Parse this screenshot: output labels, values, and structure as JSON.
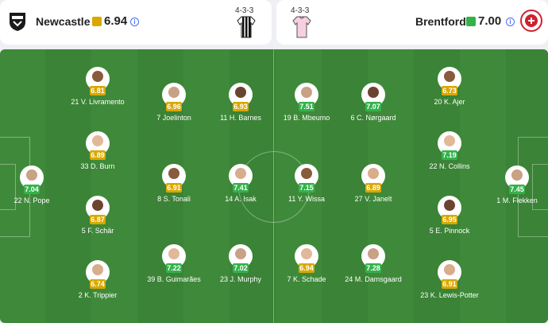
{
  "colors": {
    "good": "#33b24a",
    "avg": "#d9a800",
    "pitch": "#3f8a3a",
    "stripe": "#3b8336"
  },
  "home": {
    "name": "Newcastle",
    "rating": "6.94",
    "formation": "4-3-3",
    "rating_color": "#d9a800",
    "players": [
      {
        "label": "22 N. Pope",
        "rating": "7.04",
        "tier": "good"
      },
      {
        "label": "21 V. Livramento",
        "rating": "6.81",
        "tier": "avg"
      },
      {
        "label": "33 D. Burn",
        "rating": "6.89",
        "tier": "avg"
      },
      {
        "label": "5 F. Schär",
        "rating": "6.87",
        "tier": "avg"
      },
      {
        "label": "2 K. Trippier",
        "rating": "6.74",
        "tier": "avg"
      },
      {
        "label": "7 Joelinton",
        "rating": "6.96",
        "tier": "avg"
      },
      {
        "label": "8 S. Tonali",
        "rating": "6.91",
        "tier": "avg"
      },
      {
        "label": "39 B. Guimarães",
        "rating": "7.22",
        "tier": "good"
      },
      {
        "label": "11 H. Barnes",
        "rating": "6.93",
        "tier": "avg"
      },
      {
        "label": "14 A. Isak",
        "rating": "7.41",
        "tier": "good"
      },
      {
        "label": "23 J. Murphy",
        "rating": "7.02",
        "tier": "good"
      }
    ]
  },
  "away": {
    "name": "Brentford",
    "rating": "7.00",
    "formation": "4-3-3",
    "rating_color": "#33b24a",
    "players": [
      {
        "label": "19 B. Mbeumo",
        "rating": "7.51",
        "tier": "good"
      },
      {
        "label": "11 Y. Wissa",
        "rating": "7.15",
        "tier": "good"
      },
      {
        "label": "7 K. Schade",
        "rating": "6.94",
        "tier": "avg"
      },
      {
        "label": "6 C. Nørgaard",
        "rating": "7.07",
        "tier": "good"
      },
      {
        "label": "27 V. Janelt",
        "rating": "6.89",
        "tier": "avg"
      },
      {
        "label": "24 M. Damsgaard",
        "rating": "7.28",
        "tier": "good"
      },
      {
        "label": "20 K. Ajer",
        "rating": "6.73",
        "tier": "avg"
      },
      {
        "label": "22 N. Collins",
        "rating": "7.19",
        "tier": "good"
      },
      {
        "label": "5 E. Pinnock",
        "rating": "6.95",
        "tier": "avg"
      },
      {
        "label": "23 K. Lewis-Potter",
        "rating": "6.91",
        "tier": "avg"
      },
      {
        "label": "1 M. Flekken",
        "rating": "7.45",
        "tier": "good"
      }
    ]
  }
}
